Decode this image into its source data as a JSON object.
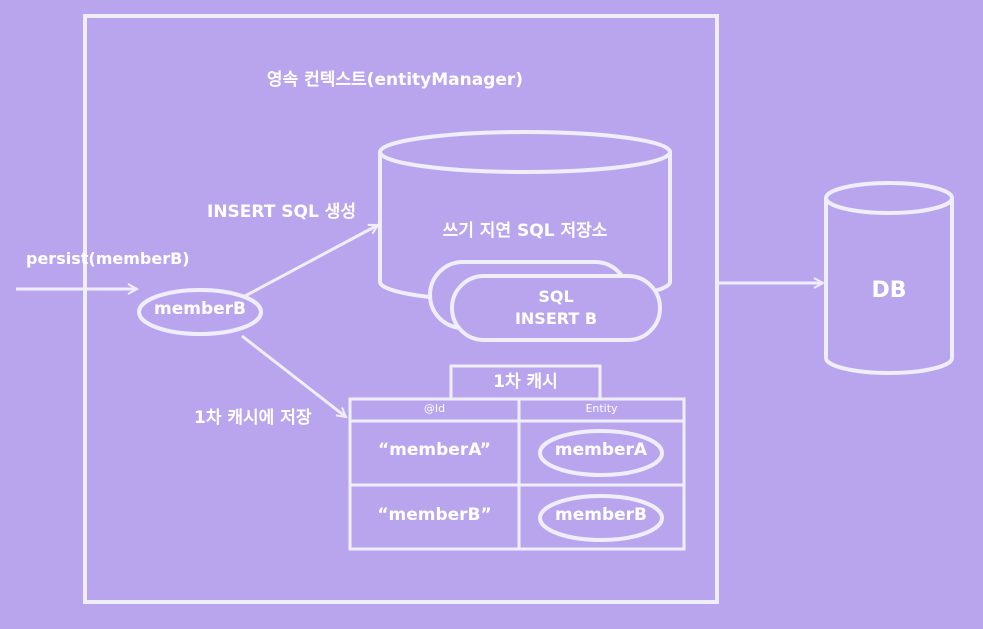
{
  "colors": {
    "background": "#b9a5ee",
    "stroke": "#f1eefb",
    "text": "#ffffff"
  },
  "persistence_context": {
    "title": "영속 컨텍스트(entityManager)"
  },
  "entry": {
    "call_label": "persist(memberB)",
    "entity_label": "memberB"
  },
  "write_delay_store": {
    "arrow_label": "INSERT SQL 생성",
    "title": "쓰기 지연 SQL 저장소",
    "sql_line1": "SQL",
    "sql_line2": "INSERT B"
  },
  "db": {
    "label": "DB"
  },
  "first_level_cache": {
    "arrow_label": "1차 캐시에 저장",
    "title": "1차 캐시",
    "columns": [
      "@Id",
      "Entity"
    ],
    "rows": [
      {
        "id": "“memberA”",
        "entity": "memberA"
      },
      {
        "id": "“memberB”",
        "entity": "memberB"
      }
    ]
  }
}
